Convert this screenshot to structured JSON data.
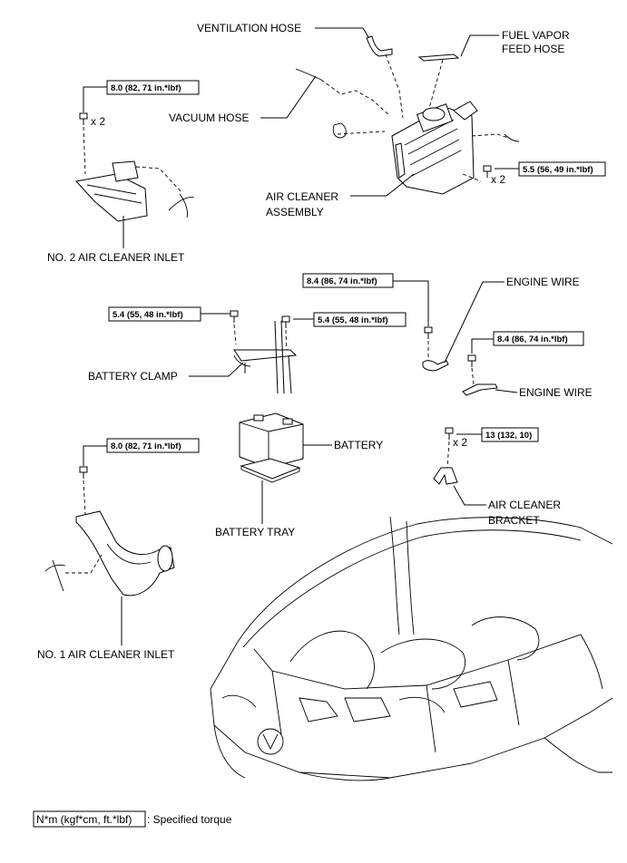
{
  "labels": {
    "ventilation_hose": "VENTILATION HOSE",
    "fuel_vapor_1": "FUEL VAPOR",
    "fuel_vapor_2": "FEED HOSE",
    "vacuum_hose": "VACUUM HOSE",
    "air_cleaner_1": "AIR CLEANER",
    "air_cleaner_2": "ASSEMBLY",
    "no2_inlet": "NO. 2 AIR CLEANER INLET",
    "engine_wire_top": "ENGINE WIRE",
    "engine_wire_bottom": "ENGINE WIRE",
    "battery_clamp": "BATTERY CLAMP",
    "battery": "BATTERY",
    "battery_tray": "BATTERY TRAY",
    "bracket_1": "AIR CLEANER",
    "bracket_2": "BRACKET",
    "no1_inlet": "NO. 1 AIR CLEANER INLET"
  },
  "torques": {
    "no2_inlet": "8.0 (82, 71 in.*lbf)",
    "air_cleaner": "5.5 (56, 49 in.*lbf)",
    "engine_wire_top": "8.4 (86, 74 in.*lbf)",
    "clamp_left": "5.4 (55, 48 in.*lbf)",
    "clamp_right": "5.4 (55, 48 in.*lbf)",
    "engine_wire_bottom": "8.4 (86, 74 in.*lbf)",
    "bracket": "13 (132, 10)",
    "no1_inlet": "8.0 (82, 71 in.*lbf)"
  },
  "quantities": {
    "no2_inlet": "x 2",
    "air_cleaner": "x 2",
    "bracket": "x 2"
  },
  "legend": {
    "box": "N*m (kgf*cm, ft.*lbf)",
    "text": ": Specified torque"
  }
}
